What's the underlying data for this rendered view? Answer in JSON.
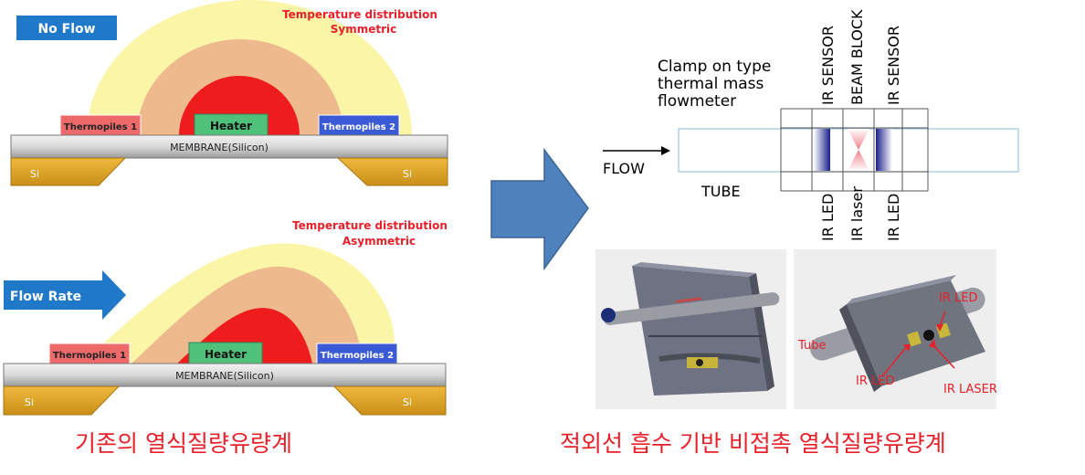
{
  "left_panel": {
    "no_flow": {
      "badge": "No Flow",
      "temp_title": "Temperature distribution",
      "temp_subtitle": "Symmetric",
      "thermopile_1": "Thermopiles 1",
      "heater": "Heater",
      "thermopile_2": "Thermopiles 2",
      "membrane": "MEMBRANE(Silicon)",
      "si_left": "Si",
      "si_right": "Si"
    },
    "flow": {
      "badge": "Flow Rate",
      "temp_title": "Temperature distribution",
      "temp_subtitle": "Asymmetric",
      "thermopile_1": "Thermopiles 1",
      "heater": "Heater",
      "thermopile_2": "Thermopiles 2",
      "membrane": "MEMBRANE(Silicon)",
      "si_left": "Si",
      "si_right": "Si"
    },
    "caption": "기존의 열식질량유량계"
  },
  "right_panel": {
    "title_line1": "Clamp on type",
    "title_line2": "thermal mass",
    "title_line3": "flowmeter",
    "top_labels": [
      "IR SENSOR",
      "BEAM BLOCK",
      "IR SENSOR"
    ],
    "bottom_labels": [
      "IR LED",
      "IR laser",
      "IR LED"
    ],
    "flow_label": "FLOW",
    "tube_label": "TUBE",
    "photo_labels": {
      "ir_led_top": "IR LED",
      "tube": "Tube",
      "ir_led_bottom": "IR LED",
      "ir_laser": "IR LASER"
    },
    "caption": "적외선 흡수 기반 비접촉 열식질량유량계"
  },
  "colors": {
    "arrow_blue": "#4f81bd",
    "badge_blue": "#1f78c8",
    "heat_outer": "#fbf5a8",
    "heat_mid": "#eeb98c",
    "heat_inner": "#ee1c1c",
    "si_gold": "#e0a82e",
    "label_red": "#e8202a"
  }
}
